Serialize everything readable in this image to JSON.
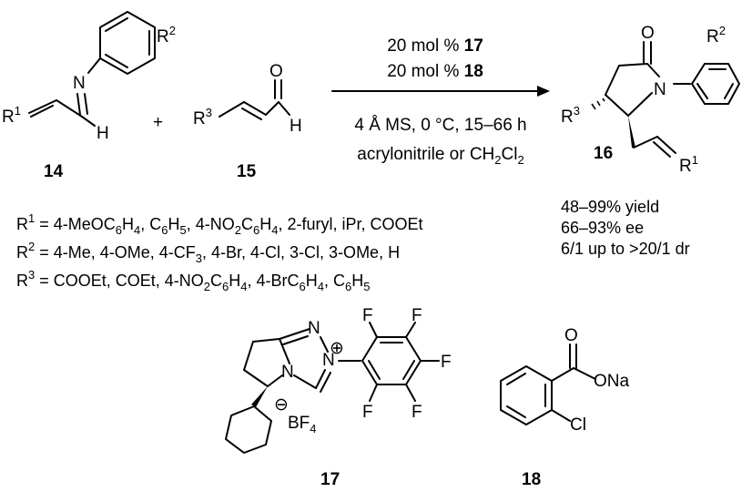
{
  "reagents_above": [
    {
      "prefix": "20 mol % ",
      "num": "17"
    },
    {
      "prefix": "20 mol % ",
      "num": "18"
    }
  ],
  "conditions": [
    "4 Å MS, 0 °C, 15–66 h",
    "acrylonitrile or CH"
  ],
  "compound_labels": {
    "c14": "14",
    "c15": "15",
    "c16": "16",
    "c17": "17",
    "c18": "18"
  },
  "substituents": [
    {
      "label": "R",
      "sup": "1",
      "text": "= 4-MeOC"
    },
    {
      "label": "R",
      "sup": "2",
      "text": "= 4-Me, 4-OMe, 4-CF"
    },
    {
      "label": "R",
      "sup": "3",
      "text": "= COOEt, COEt, 4-NO"
    }
  ],
  "results": [
    "48–99% yield",
    "66–93% ee",
    "6/1 up to >20/1 dr"
  ],
  "plus": "+"
}
